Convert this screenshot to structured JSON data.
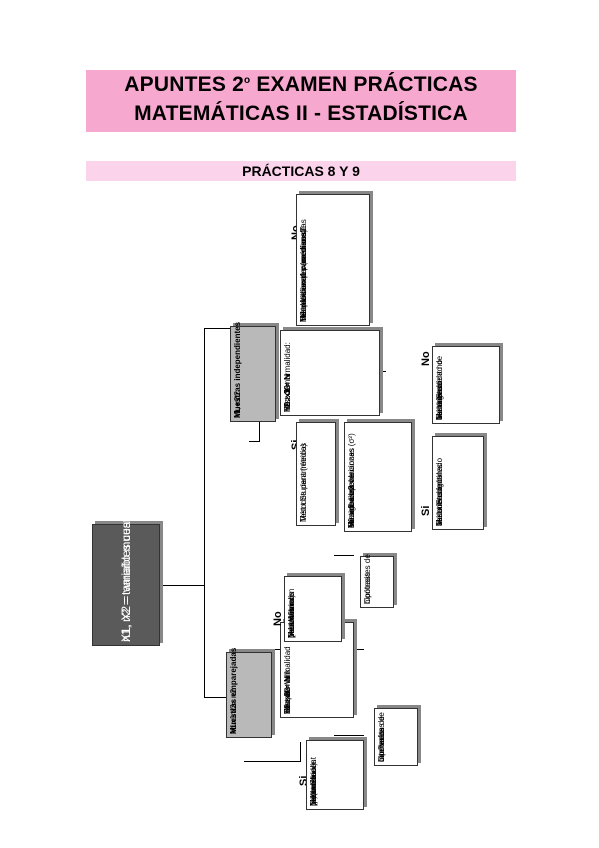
{
  "header": {
    "title_line1_a": "APUNTES 2",
    "title_line1_sup": "o",
    "title_line1_b": " EXAMEN PRÁCTICAS",
    "title_line2": "MATEMÁTICAS II - ESTADÍSTICA",
    "subtitle": "PRÁCTICAS 8 Y 9"
  },
  "diagram": {
    "root": {
      "line1": "X1, X2 = variables cuantitativas",
      "line2": "n1, n2 = tamaño muestral"
    },
    "paired": {
      "title": "Muestras emparejadas",
      "line1": "xd   x1  x2",
      "line2": "nd = n1 = n2"
    },
    "paired_normality": {
      "lines": [
        "nd ≥ 30",
        "xd ~ N",
        "Test de normalidad",
        "Shapiro Wilk",
        "H0: xd ~ N",
        "Ha: xd ≠ N"
      ]
    },
    "paired_yes": {
      "label": "Si",
      "lines": [
        "Métodos",
        "paramétricos",
        "Test t Student",
        "(μ)(media",
        "poblacional)"
      ]
    },
    "paired_yes_tools": {
      "lines": [
        "Intervalos de",
        "confianza",
        "Contrastes de",
        "hipótesis"
      ]
    },
    "paired_no": {
      "label": "No",
      "lines": [
        "Métodos no",
        "paramétricos",
        "Test Wilcoxon",
        "(mediana",
        "poblacional)"
      ]
    },
    "paired_no_tools": {
      "lines": [
        "Contrastes de",
        "hipótesis"
      ]
    },
    "independent": {
      "title": "Muestras independientes",
      "line1": "x1, x2",
      "line2": "n1 + n2"
    },
    "independent_normality": {
      "lines": [
        "n1 > 30",
        "n2 ≥ 30",
        "Test de normalidad:",
        "H0: x1 ~ N",
        "Ha: x1 ≠ N",
        "H0: x2 ~ N",
        "Ha: x2 ≠ N"
      ]
    },
    "independent_yes": {
      "label": "Si",
      "lines": [
        "Métodos paramétricos",
        "Test t Student (media)"
      ]
    },
    "variances": {
      "lines": [
        "Miramos las varianzas (σ²)",
        "en ambas poblaciones",
        "son iguales",
        "Test de Levene",
        "H0: σ1 = σ2",
        "Ha: σ1 ≠ σ2"
      ]
    },
    "variances_yes": {
      "label": "Si",
      "lines": [
        "Método combinado",
        "Test t Student",
        "asumiendo",
        "varianzas iguales"
      ]
    },
    "variances_no": {
      "label": "No",
      "lines": [
        "Método no",
        "combinado",
        "Test t Student no",
        "asumiendo",
        "homogeneidad de",
        "varianzas"
      ]
    },
    "independent_no": {
      "label": "No",
      "lines": [
        "Métodos no paramétricos",
        "Test Wilcoxon para muestras",
        "independientes (mediana)",
        "H0: mediana1 = mediana2",
        "Ha: mediana1 ≠ mediana 2"
      ]
    }
  }
}
